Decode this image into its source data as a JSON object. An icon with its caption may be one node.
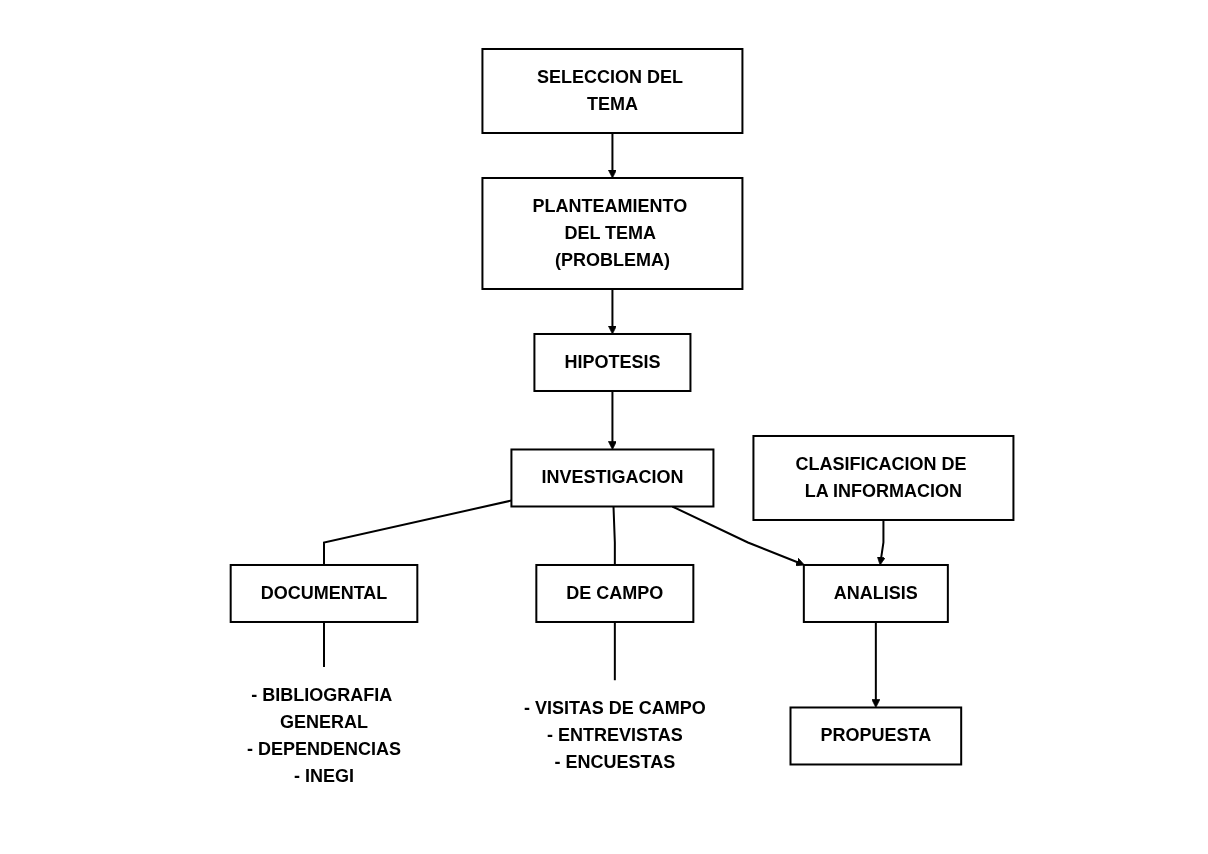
{
  "diagram": {
    "nodes": [
      {
        "text": [
          "SELECCION DEL TEMA"
        ]
      },
      {
        "text": [
          "PLANTEAMIENTO DEL TEMA (PROBLEMA)"
        ]
      },
      {
        "text": [
          "HIPOTESIS"
        ]
      },
      {
        "text": [
          "INVESTIGACION"
        ]
      },
      {
        "text": [
          "DOCUMENTAL"
        ]
      },
      {
        "text": [
          "- BIBLIOGRAFIA GENERAL",
          "- DEPENDENCIAS",
          "- INEGI"
        ]
      },
      {
        "text": [
          "DE  CAMPO"
        ]
      },
      {
        "text": [
          "- VISITAS DE CAMPO",
          "- ENTREVISTAS",
          "- ENCUESTAS"
        ]
      },
      {
        "text": [
          "CLASIFICACION DE LA INFORMACION"
        ]
      },
      {
        "text": [
          "ANALISIS"
        ]
      },
      {
        "text": [
          "PROPUESTA"
        ]
      }
    ],
    "edges": [
      {
        "from": 0,
        "to": 1,
        "arrow": "to"
      },
      {
        "from": 1,
        "to": 2,
        "arrow": "to"
      },
      {
        "from": 2,
        "to": 3,
        "arrow": "to"
      },
      {
        "from": 3,
        "to": 4,
        "arrow": "none"
      },
      {
        "from": 3,
        "to": 6,
        "arrow": "none"
      },
      {
        "from": 4,
        "to": 5,
        "arrow": "none"
      },
      {
        "from": 6,
        "to": 7,
        "arrow": "none"
      },
      {
        "from": 3,
        "to": 9,
        "arrow": "to"
      },
      {
        "from": 8,
        "to": 9,
        "arrow": "to"
      },
      {
        "from": 9,
        "to": 10,
        "arrow": "to"
      }
    ]
  }
}
